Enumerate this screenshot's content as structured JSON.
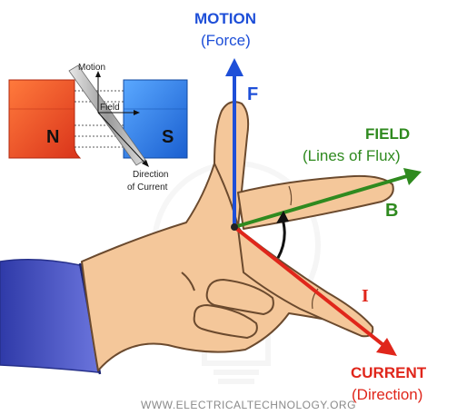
{
  "labels": {
    "motion_title": "MOTION",
    "motion_sub": "(Force)",
    "field_title": "FIELD",
    "field_sub": "(Lines of Flux)",
    "current_title": "CURRENT",
    "current_sub": "(Direction)",
    "symbol_force": "F",
    "symbol_field": "B",
    "symbol_current": "I"
  },
  "inset": {
    "motion_label": "Motion",
    "field_label": "Field",
    "direction_line1": "Direction",
    "direction_line2": "of Current",
    "north_pole": "N",
    "south_pole": "S"
  },
  "watermark": "WWW.ELECTRICALTECHNOLOGY.ORG",
  "colors": {
    "force": "#1e4fd8",
    "field": "#2f8a1f",
    "current": "#e0261b",
    "skin": "#f4c79a",
    "skin_outline": "#6b4a2e",
    "sleeve": "#4a56c8",
    "north_magnet": "#ef4a1e",
    "south_magnet": "#2e7fe0"
  }
}
